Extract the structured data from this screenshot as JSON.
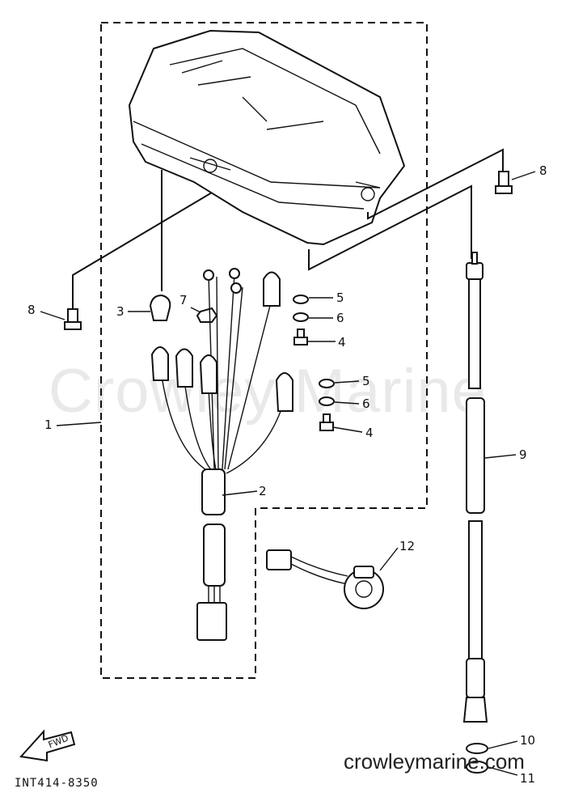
{
  "watermark": "Crowley Marine",
  "site_url": "crowleymarine.com",
  "diagram_code": "INT414-8350",
  "fwd_label": "FWD",
  "callouts": {
    "c1": "1",
    "c2": "2",
    "c3": "3",
    "c4a": "4",
    "c4b": "4",
    "c5a": "5",
    "c5b": "5",
    "c6a": "6",
    "c6b": "6",
    "c7": "7",
    "c8a": "8",
    "c8b": "8",
    "c9": "9",
    "c10": "10",
    "c11": "11",
    "c12": "12"
  }
}
